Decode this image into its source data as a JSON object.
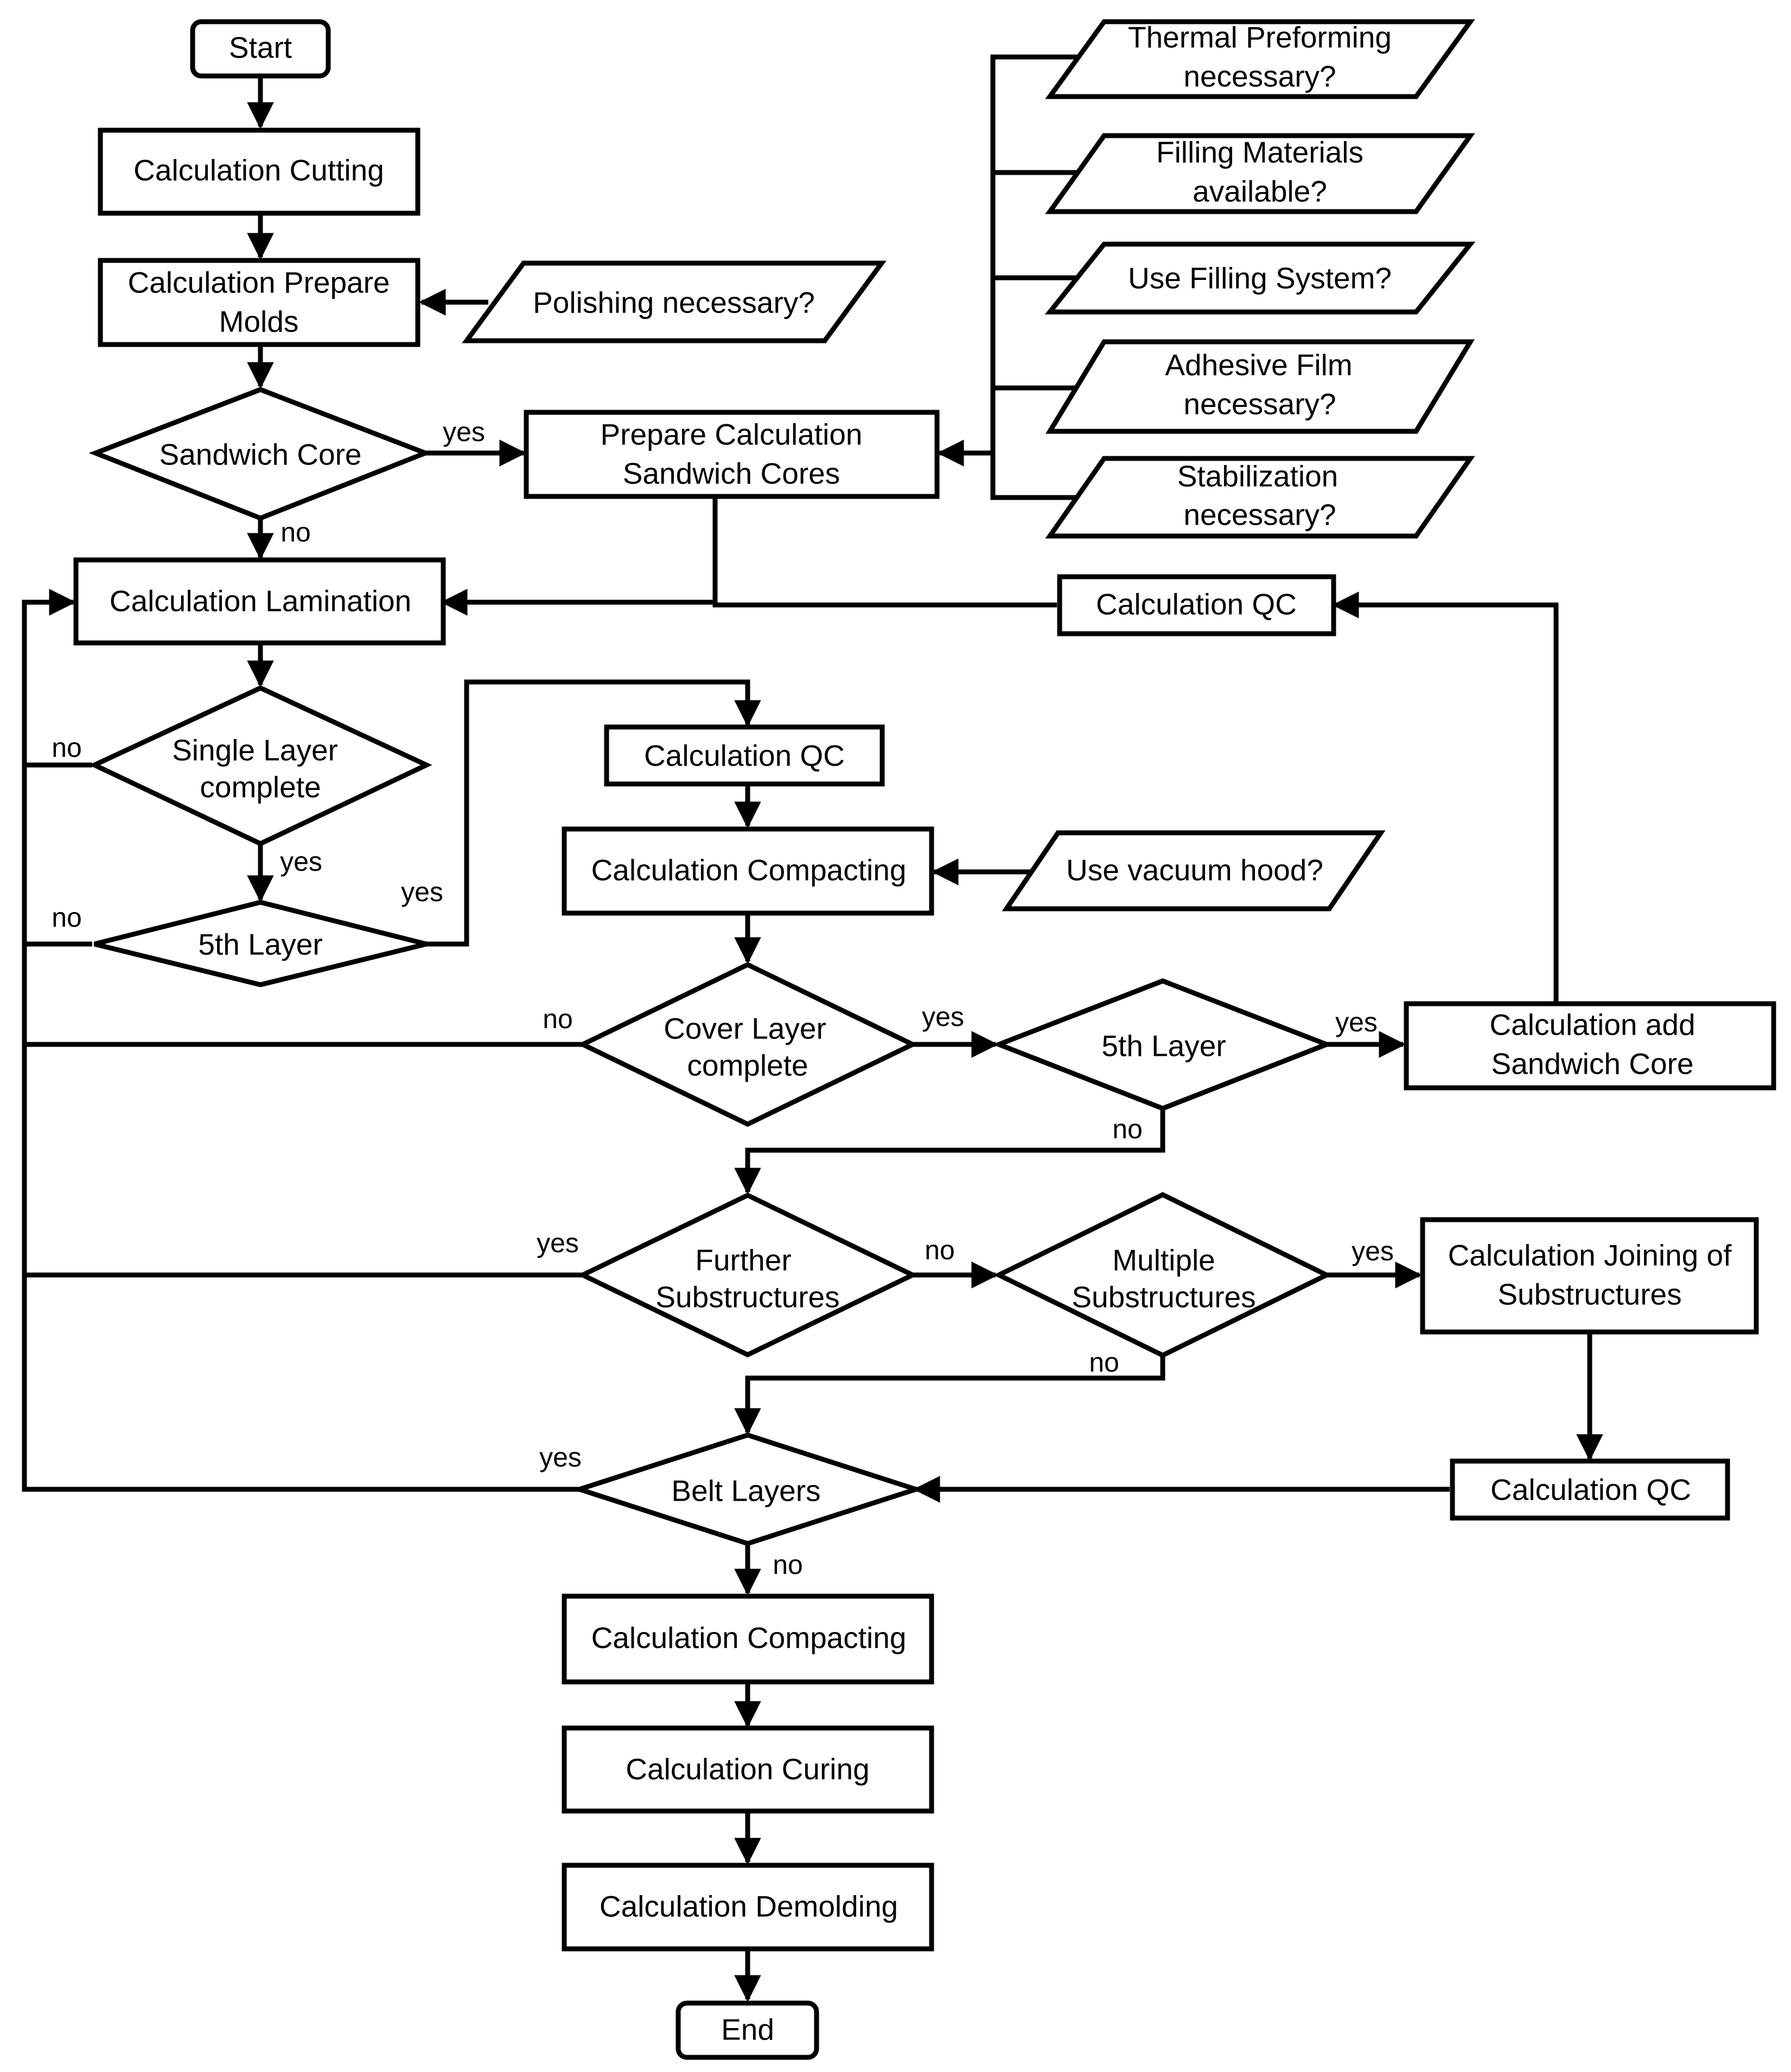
{
  "nodes": {
    "start": "Start",
    "cutting": "Calculation Cutting",
    "prepare_molds": [
      "Calculation Prepare",
      "Molds"
    ],
    "polishing": "Polishing necessary?",
    "sandwich_core": "Sandwich Core",
    "prepare_sandwich": [
      "Prepare Calculation",
      "Sandwich Cores"
    ],
    "thermal": [
      "Thermal Preforming",
      "necessary?"
    ],
    "filling_materials": [
      "Filling Materials",
      "available?"
    ],
    "filling_system": "Use Filling System?",
    "adhesive": [
      "Adhesive Film",
      "necessary?"
    ],
    "stabilization": [
      "Stabilization",
      "necessary?"
    ],
    "lamination": "Calculation Lamination",
    "qc_top": "Calculation QC",
    "single_layer": [
      "Single Layer",
      "complete"
    ],
    "qc_mid": "Calculation QC",
    "compacting_1": "Calculation Compacting",
    "vacuum": "Use vacuum hood?",
    "fifth_layer_left": "5th Layer",
    "cover_layer": [
      "Cover Layer",
      "complete"
    ],
    "fifth_layer_right": "5th Layer",
    "add_sandwich": [
      "Calculation add",
      "Sandwich Core"
    ],
    "further_sub": [
      "Further",
      "Substructures"
    ],
    "multiple_sub": [
      "Multiple",
      "Substructures"
    ],
    "joining": [
      "Calculation Joining of",
      "Substructures"
    ],
    "belt_layers": "Belt Layers",
    "qc_bottom": "Calculation QC",
    "compacting_2": "Calculation Compacting",
    "curing": "Calculation Curing",
    "demolding": "Calculation Demolding",
    "end": "End"
  },
  "edge_labels": {
    "sandwich_yes": "yes",
    "sandwich_no": "no",
    "single_no": "no",
    "single_yes": "yes",
    "fifth_left_no": "no",
    "fifth_left_yes": "yes",
    "cover_no": "no",
    "cover_yes": "yes",
    "fifth_right_yes": "yes",
    "fifth_right_no": "no",
    "further_yes": "yes",
    "further_no": "no",
    "multiple_yes": "yes",
    "multiple_no": "no",
    "belt_yes": "yes",
    "belt_no": "no"
  }
}
